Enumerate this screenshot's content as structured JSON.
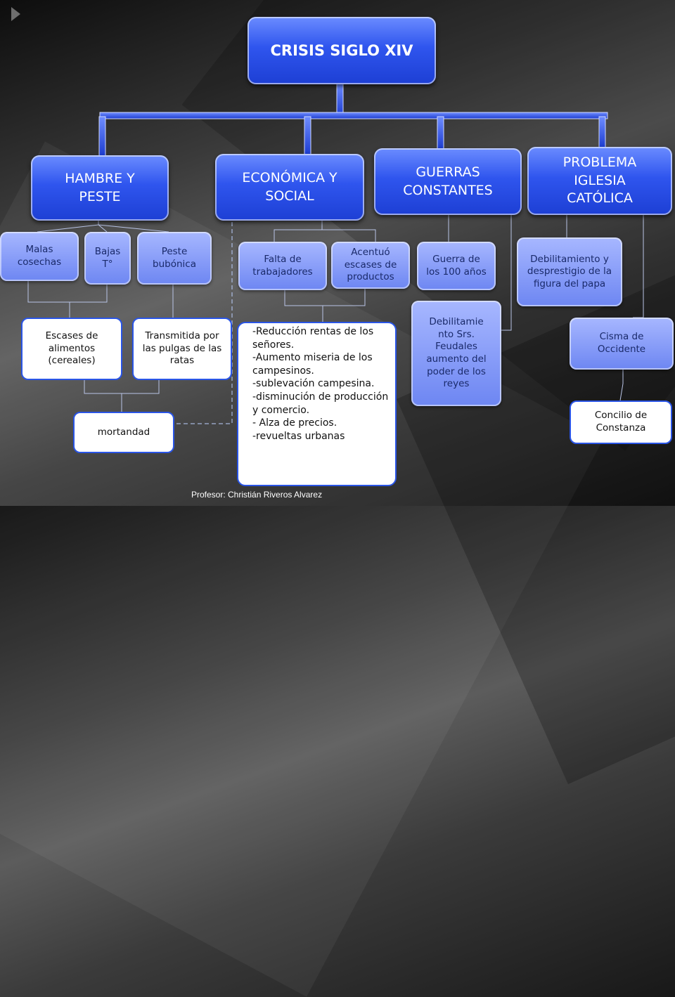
{
  "root": {
    "title": "CRISIS SIGLO XIV"
  },
  "categories": {
    "hambre": "HAMBRE Y PESTE",
    "economica": "ECONÓMICA Y SOCIAL",
    "guerras": "GUERRAS CONSTANTES",
    "iglesia": "PROBLEMA IGLESIA CATÓLICA"
  },
  "hambre": {
    "malas_cosechas": "Malas cosechas",
    "bajas_t": "Bajas T°",
    "peste_bubonica": "Peste bubónica",
    "escases_alimentos": "Escases de alimentos (cereales)",
    "transmitida": "Transmitida por las pulgas de las ratas",
    "mortandad": "mortandad"
  },
  "economica": {
    "falta_trabajadores": "Falta de trabajadores",
    "acentuo_escases": "Acentuó escases de productos",
    "consequences": [
      "-Reducción rentas de los señores.",
      "-Aumento miseria de los campesinos.",
      "-sublevación campesina.",
      "-disminución de producción y comercio.",
      "- Alza de precios.",
      "-revueltas urbanas"
    ]
  },
  "guerras": {
    "guerra_100": "Guerra de los 100 años",
    "debilitamiento_srs": "Debilitamie nto Srs. Feudales aumento del poder de los reyes"
  },
  "iglesia": {
    "debilitamiento_papa": "Debilitamiento y desprestigio de la figura del papa",
    "cisma": "Cisma de Occidente",
    "concilio": "Concilio de Constanza"
  },
  "footer": {
    "credit": "Profesor: Christián Riveros Alvarez"
  }
}
